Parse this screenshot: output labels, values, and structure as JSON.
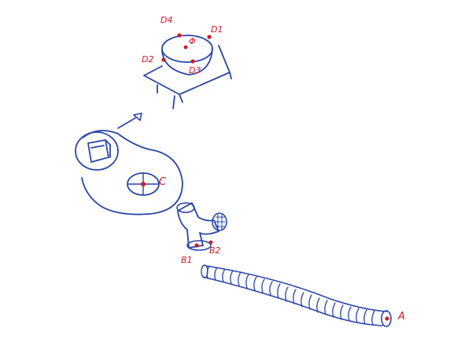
{
  "colors": {
    "ink": "#2a45a8",
    "marker": "#d11a2a",
    "background": "#ffffff"
  },
  "labels": {
    "d1": "D1",
    "d2": "D2",
    "d3": "D3",
    "d4": "D4",
    "center": "Φ",
    "c": "C",
    "b1": "B1",
    "b2": "B2",
    "a": "A"
  }
}
